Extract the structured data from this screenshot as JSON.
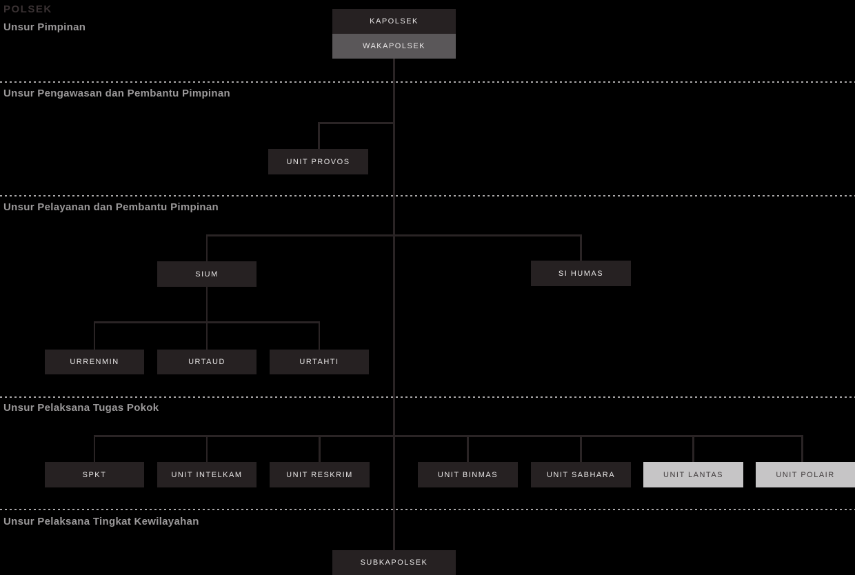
{
  "title": "POLSEK",
  "sections": {
    "pimpinan": "Unsur Pimpinan",
    "pengawasan": "Unsur Pengawasan dan Pembantu Pimpinan",
    "pelayanan": "Unsur Pelayanan dan Pembantu Pimpinan",
    "pelaksana": "Unsur Pelaksana Tugas Pokok",
    "kewilayahan": "Unsur Pelaksana Tingkat Kewilayahan"
  },
  "nodes": {
    "kapolsek": {
      "label": "KAPOLSEK",
      "variant": "dark"
    },
    "wakapolsek": {
      "label": "WAKAPOLSEK",
      "variant": "gray"
    },
    "unit_provos": {
      "label": "UNIT PROVOS",
      "variant": "dark"
    },
    "sium": {
      "label": "SIUM",
      "variant": "dark"
    },
    "si_humas": {
      "label": "SI HUMAS",
      "variant": "dark"
    },
    "urrenmin": {
      "label": "URRENMIN",
      "variant": "dark"
    },
    "urtaud": {
      "label": "URTAUD",
      "variant": "dark"
    },
    "urtahti": {
      "label": "URTAHTI",
      "variant": "dark"
    },
    "spkt": {
      "label": "SPKT",
      "variant": "dark"
    },
    "unit_intelkam": {
      "label": "UNIT INTELKAM",
      "variant": "dark"
    },
    "unit_reskrim": {
      "label": "UNIT RESKRIM",
      "variant": "dark"
    },
    "unit_binmas": {
      "label": "UNIT BINMAS",
      "variant": "dark"
    },
    "unit_sabhara": {
      "label": "UNIT SABHARA",
      "variant": "dark"
    },
    "unit_lantas": {
      "label": "UNIT LANTAS",
      "variant": "light"
    },
    "unit_polair": {
      "label": "UNIT POLAIR",
      "variant": "light"
    },
    "subkapolsek": {
      "label": "SUBKAPOLSEK",
      "variant": "dark"
    }
  },
  "hierarchy": {
    "KAPOLSEK": [
      "WAKAPOLSEK"
    ],
    "WAKAPOLSEK": [
      "UNIT PROVOS",
      "SIUM",
      "SI HUMAS",
      "SPKT",
      "UNIT INTELKAM",
      "UNIT RESKRIM",
      "UNIT BINMAS",
      "UNIT SABHARA",
      "UNIT LANTAS",
      "UNIT POLAIR",
      "SUBKAPOLSEK"
    ],
    "SIUM": [
      "URRENMIN",
      "URTAUD",
      "URTAHTI"
    ]
  },
  "section_nodes": {
    "pimpinan": [
      "KAPOLSEK",
      "WAKAPOLSEK"
    ],
    "pengawasan": [
      "UNIT PROVOS"
    ],
    "pelayanan": [
      "SIUM",
      "SI HUMAS",
      "URRENMIN",
      "URTAUD",
      "URTAHTI"
    ],
    "pelaksana": [
      "SPKT",
      "UNIT INTELKAM",
      "UNIT RESKRIM",
      "UNIT BINMAS",
      "UNIT SABHARA",
      "UNIT LANTAS",
      "UNIT POLAIR"
    ],
    "kewilayahan": [
      "SUBKAPOLSEK"
    ]
  },
  "colors": {
    "background": "#000000",
    "node_dark": "#262122",
    "node_gray": "#5a5759",
    "node_light": "#c6c5c6",
    "node_text_light": "#e8e6e6",
    "node_text_dark": "#3f3a3b",
    "connector": "#2a2425",
    "divider_dash": "#a9a7a8",
    "section_header": "#9b999a",
    "title": "#3a3233"
  }
}
